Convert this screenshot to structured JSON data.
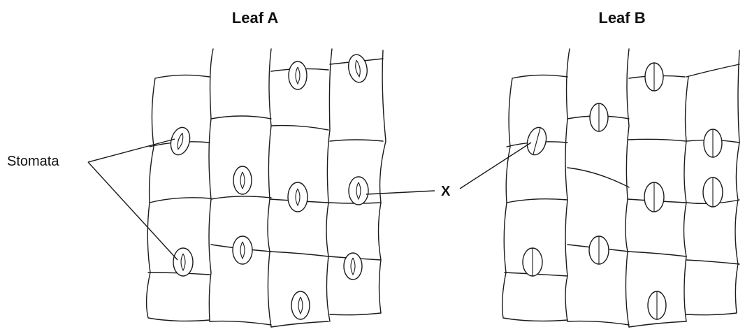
{
  "leaf_a": {
    "title": "Leaf A",
    "stomata_state": "open"
  },
  "leaf_b": {
    "title": "Leaf B",
    "stomata_state": "closed"
  },
  "labels": {
    "stomata": "Stomata",
    "x": "X"
  }
}
